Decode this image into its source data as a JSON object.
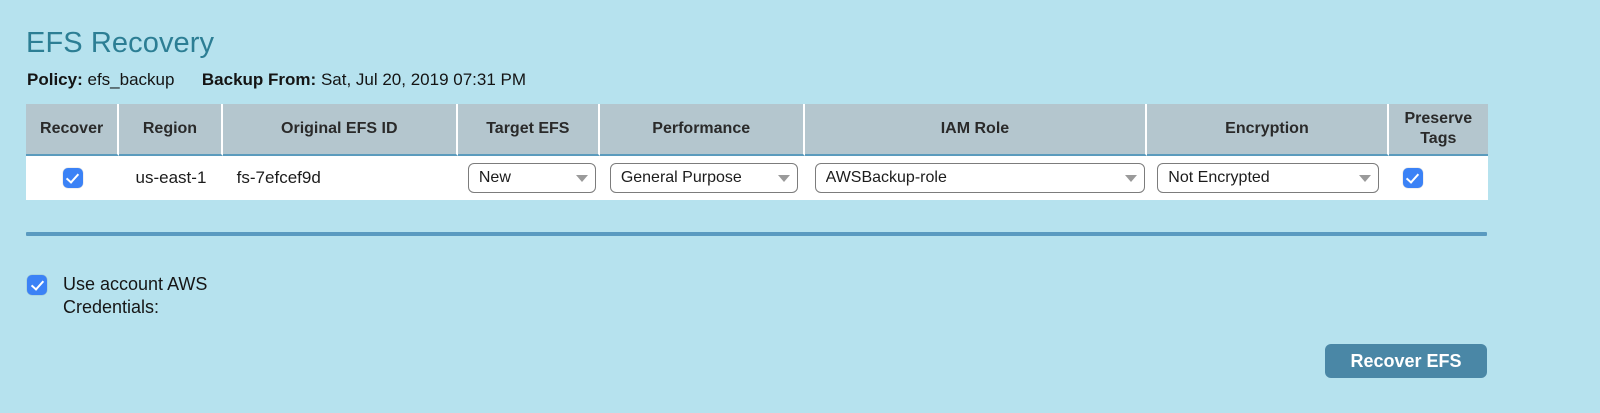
{
  "page": {
    "title": "EFS Recovery",
    "background_color": "#b6e2ee",
    "title_color": "#2c7e94"
  },
  "meta": {
    "policy_label": "Policy:",
    "policy_value": "efs_backup",
    "backup_from_label": "Backup From:",
    "backup_from_value": "Sat, Jul 20, 2019 07:31 PM"
  },
  "table": {
    "headers": [
      "Recover",
      "Region",
      "Original EFS ID",
      "Target EFS",
      "Performance",
      "IAM Role",
      "Encryption",
      "Preserve Tags"
    ],
    "header_bg": "#b4c6ce",
    "row": {
      "recover_checked": true,
      "region": "us-east-1",
      "original_efs_id": "fs-7efcef9d",
      "target_efs": "New",
      "performance": "General Purpose",
      "iam_role": "AWSBackup-role",
      "encryption": "Not Encrypted",
      "preserve_tags_checked": true
    }
  },
  "credentials": {
    "label": "Use account AWS Credentials:",
    "checked": true
  },
  "actions": {
    "recover_label": "Recover EFS",
    "recover_color": "#4a87a6"
  }
}
